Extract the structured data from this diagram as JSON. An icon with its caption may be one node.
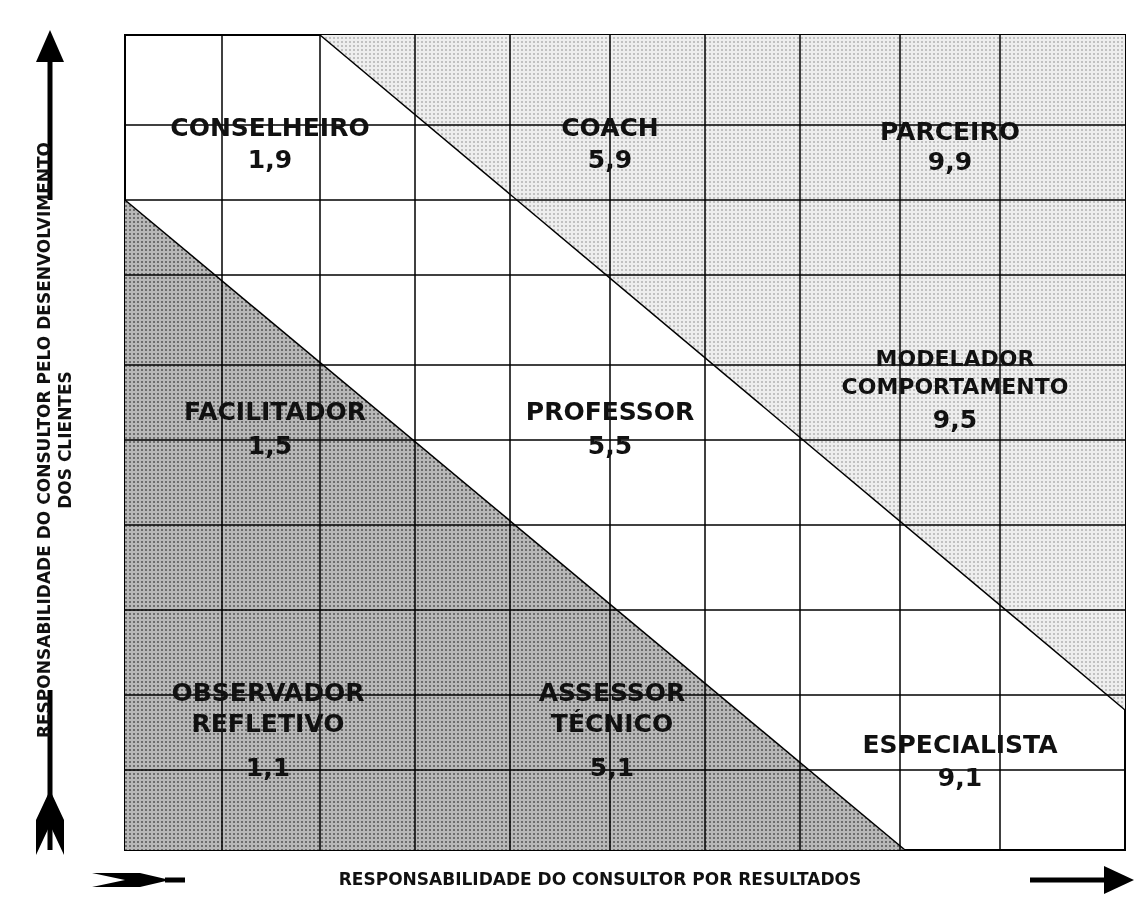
{
  "diagram": {
    "labels": [
      "CONSELHEIRO",
      "1,9",
      "COACH",
      "5,9",
      "PARCEIRO",
      "9,9",
      "FACILITADOR",
      "1,5",
      "PROFESSOR",
      "5,5",
      "MODELADOR COMPORTAMENTO",
      "9,5",
      "OBSERVADOR REFLETIVO",
      "1,1",
      "ASSESSOR TÉCNICO",
      "5,1",
      "ESPECIALISTA",
      "9,1",
      "RESPONSABILIDADE DO CONSULTOR PELO DESENVOLVIMENTO DOS CLIENTES",
      "RESPONSABILIDADE DO CONSULTOR POR RESULTADOS"
    ]
  }
}
